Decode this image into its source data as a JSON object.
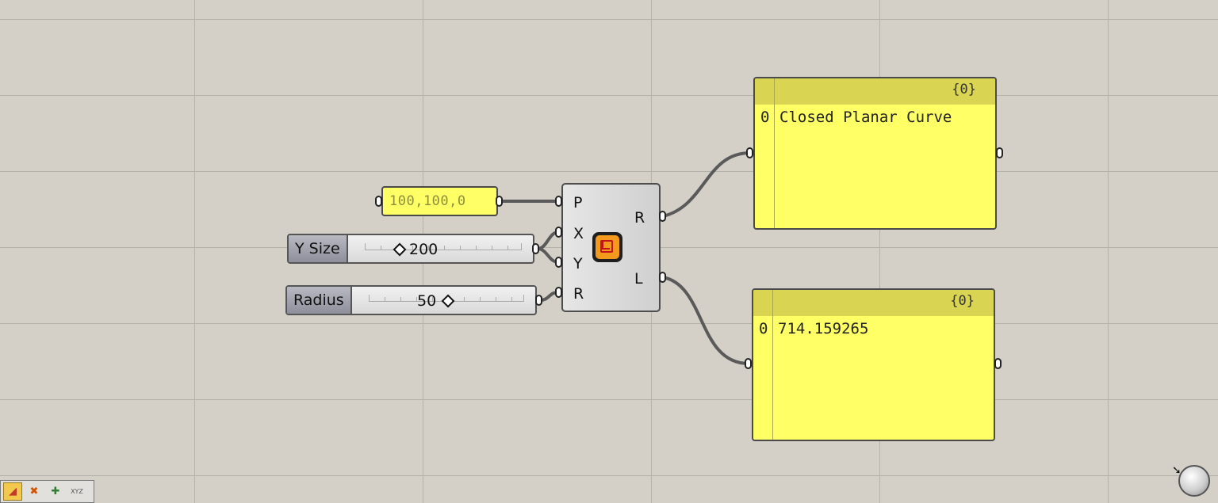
{
  "canvas": {
    "background": "#d4d0c8",
    "grid_color": "#b4b1aa"
  },
  "point_param": {
    "value": "100,100,0"
  },
  "sliders": {
    "ysize": {
      "label": "Y Size",
      "value": "200"
    },
    "radius": {
      "label": "Radius",
      "value": "50"
    }
  },
  "component": {
    "inputs": [
      "P",
      "X",
      "Y",
      "R"
    ],
    "outputs": [
      "R",
      "L"
    ],
    "icon": "rounded-rectangle-icon"
  },
  "panels": {
    "region": {
      "path": "{0}",
      "index": "0",
      "value": "Closed Planar Curve"
    },
    "length": {
      "path": "{0}",
      "index": "0",
      "value": "714.159265"
    }
  },
  "toolbar": {
    "buttons": [
      {
        "icon": "preview-shaded-icon",
        "glyph": "◢"
      },
      {
        "icon": "preview-wire-icon",
        "glyph": "✖"
      },
      {
        "icon": "preview-selected-icon",
        "glyph": "✚"
      },
      {
        "icon": "xyz-widget-icon",
        "glyph": "XYZ"
      }
    ]
  },
  "colors": {
    "panel_yellow": "#ffff66",
    "panel_header": "#d9d452",
    "wire": "#5a5a5a",
    "point_text": "#8e8e3a"
  }
}
